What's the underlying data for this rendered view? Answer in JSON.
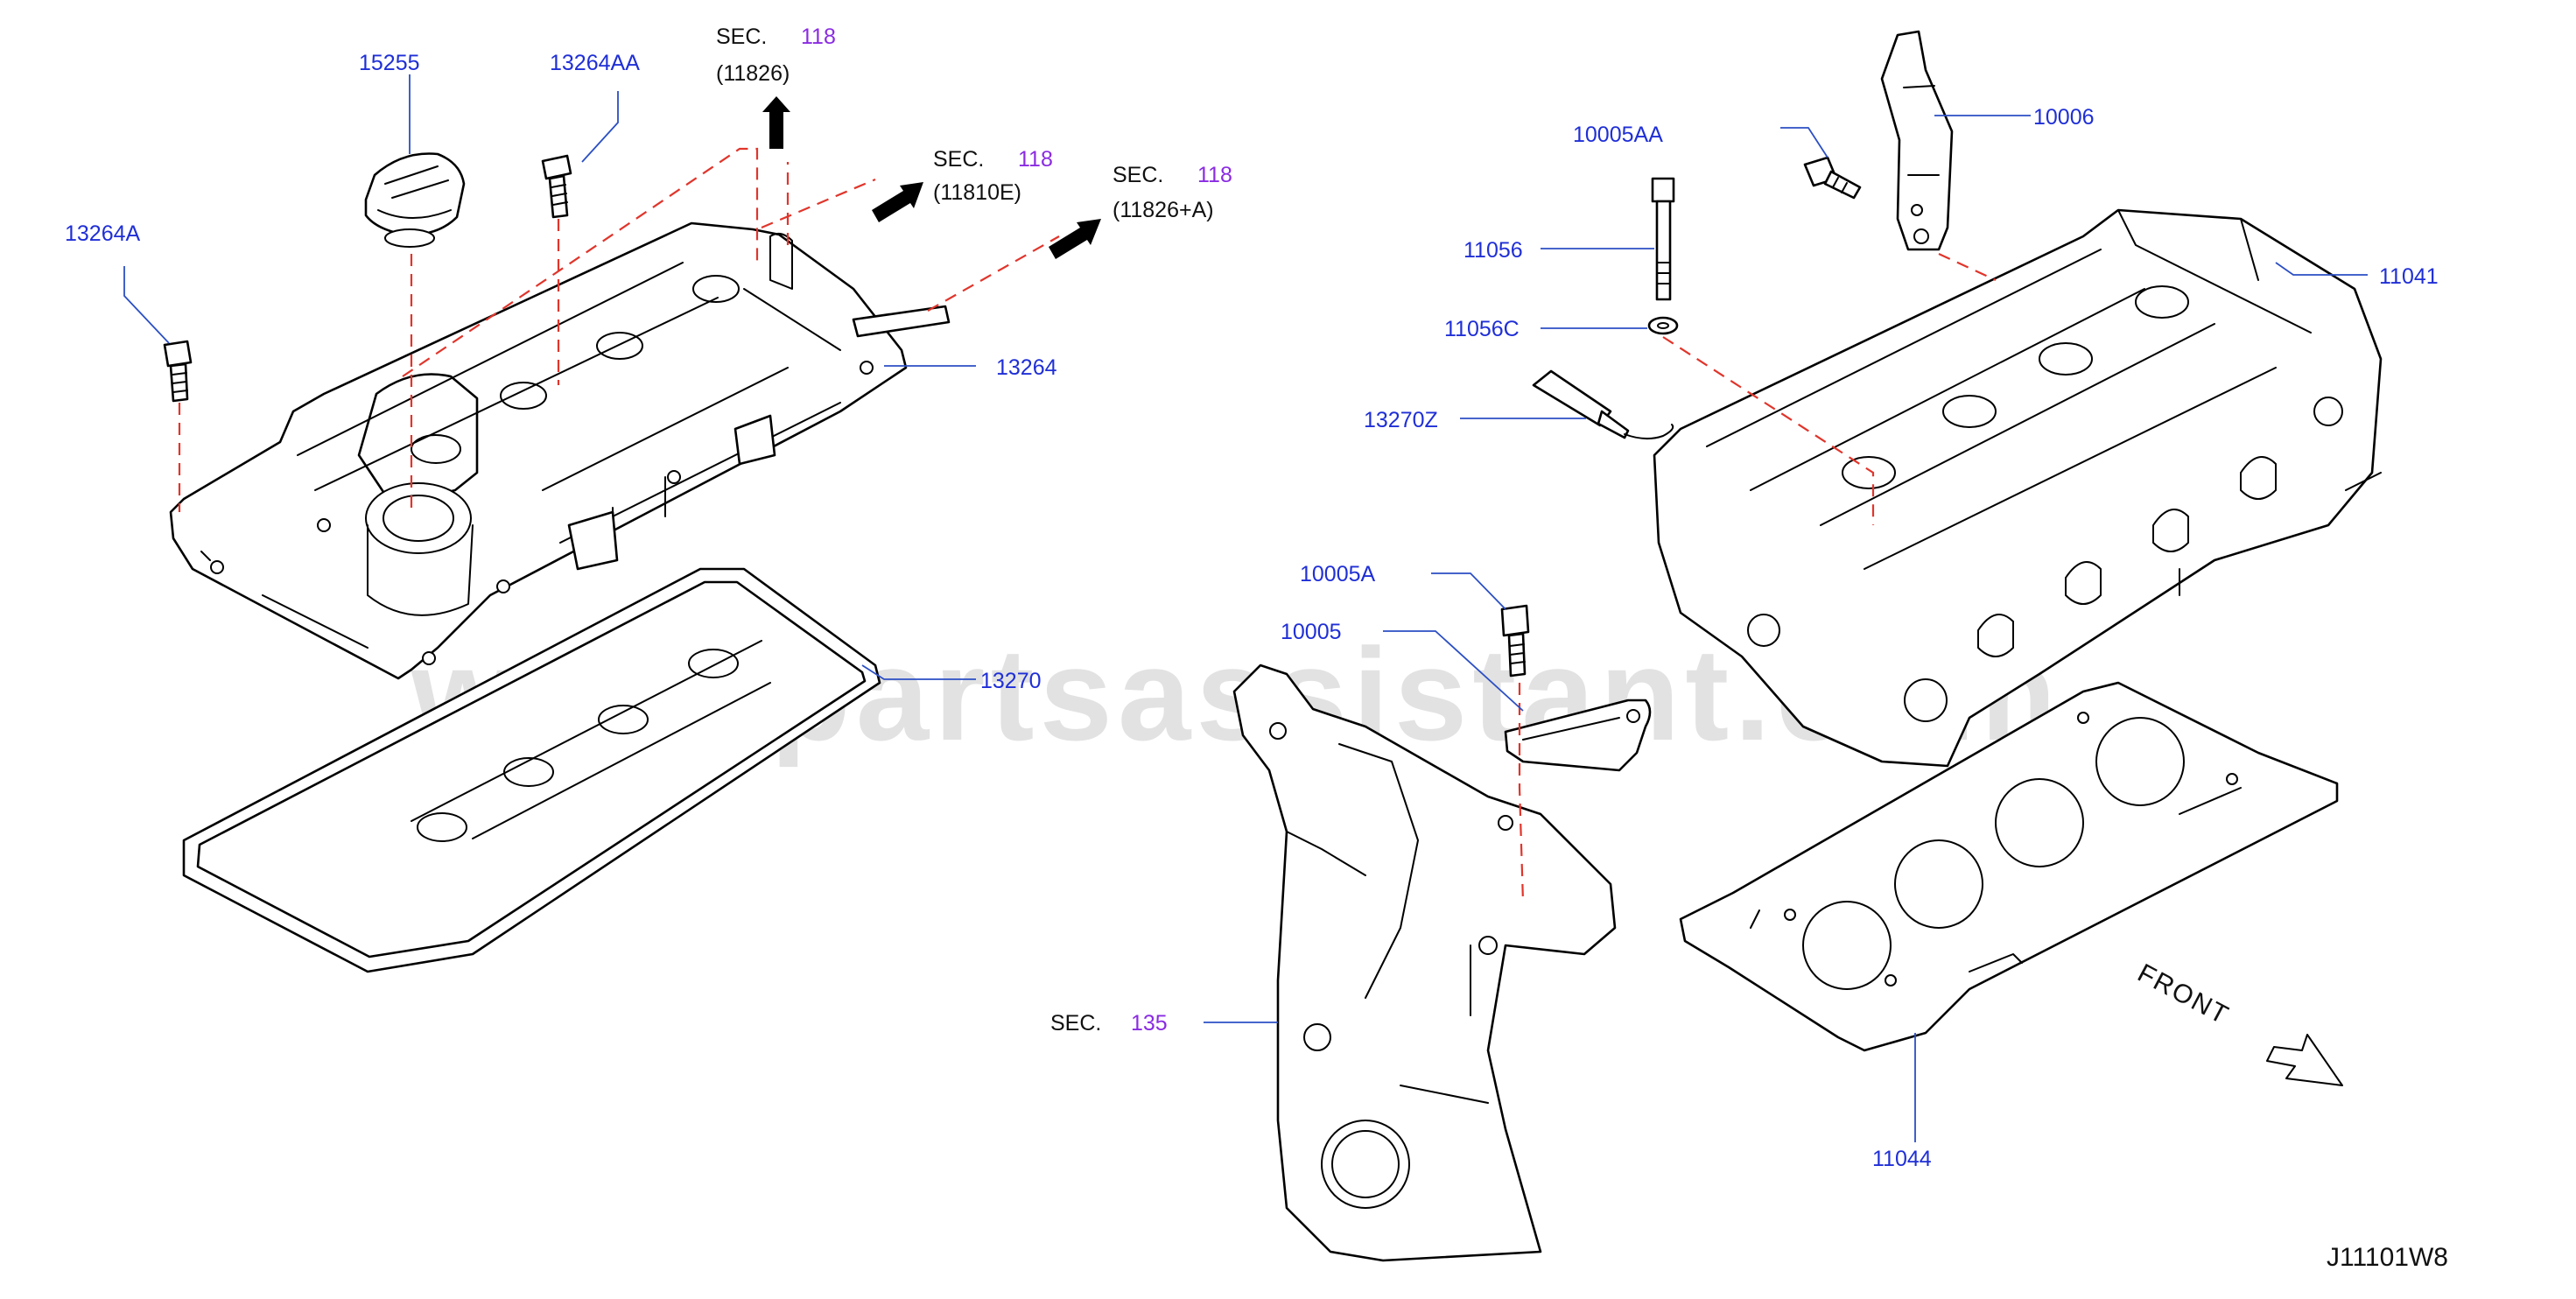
{
  "watermark": "www.partsassistant.com",
  "diagram_code": "J11101W8",
  "front_label": "FRONT",
  "parts": {
    "p15255": "15255",
    "p13264AA": "13264AA",
    "p13264A": "13264A",
    "p13264": "13264",
    "p13270": "13270",
    "p10005AA": "10005AA",
    "p10006": "10006",
    "p11056": "11056",
    "p11056C": "11056C",
    "p13270Z": "13270Z",
    "p11041": "11041",
    "p10005A": "10005A",
    "p10005": "10005",
    "p11044": "11044"
  },
  "section_refs": [
    {
      "prefix": "SEC.",
      "number": "118",
      "sub": "(11826)"
    },
    {
      "prefix": "SEC.",
      "number": "118",
      "sub": "(11810E)"
    },
    {
      "prefix": "SEC.",
      "number": "118",
      "sub": "(11826+A)"
    },
    {
      "prefix": "SEC.",
      "number": "135",
      "sub": ""
    }
  ],
  "colors": {
    "part_label": "#1f2fd6",
    "section_number": "#8a2be2",
    "dashed_line": "#e0352b",
    "watermark": "#d0d0d0"
  }
}
